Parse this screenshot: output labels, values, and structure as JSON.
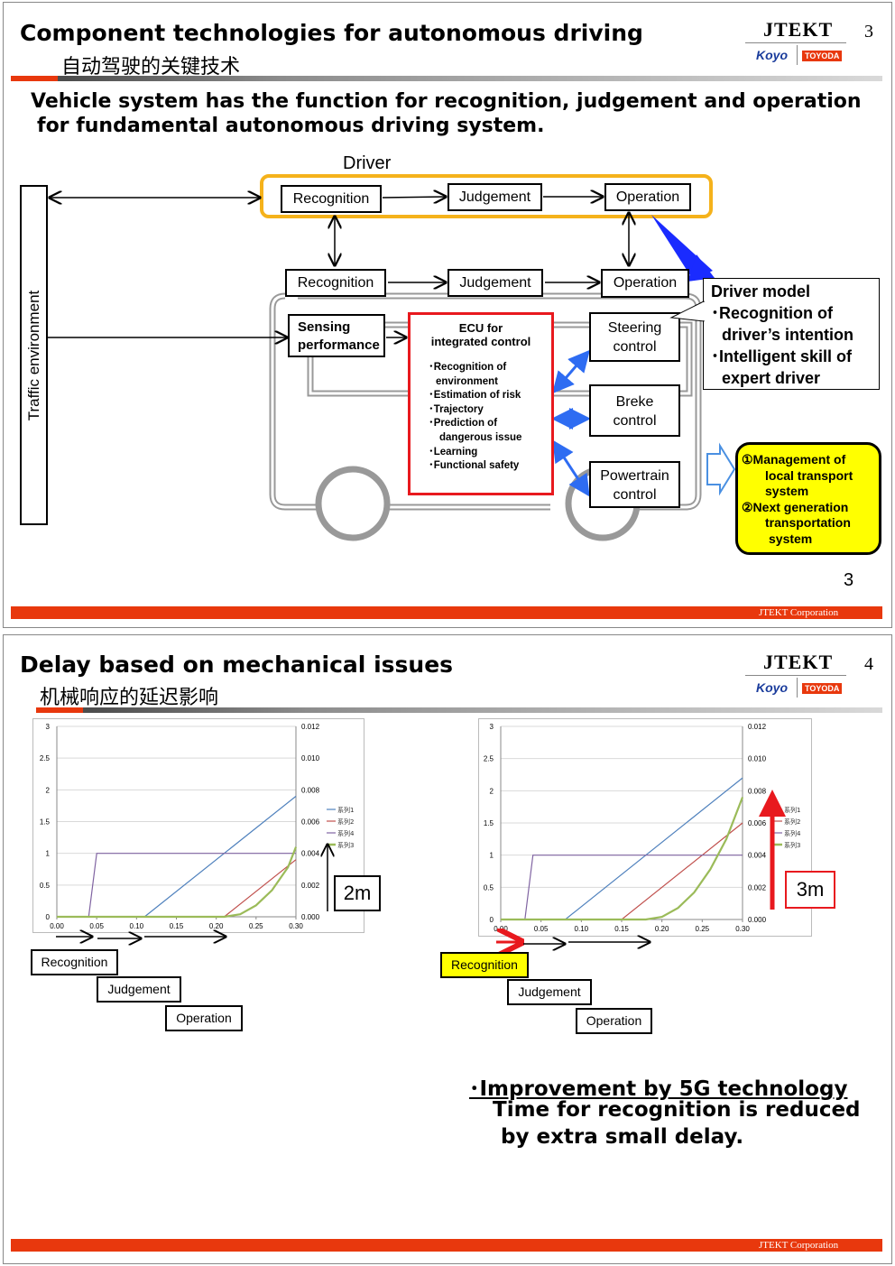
{
  "slide1": {
    "title": "Component technologies for autonomous driving",
    "subtitle_cn": "自动驾驶的关键技术",
    "page_number": "3",
    "page_number_bottom": "3",
    "logo": {
      "jtekt": "JTEKT",
      "koyo": "Koyo",
      "toyoda": "TOYODA"
    },
    "lead_line1": "Vehicle system has the function for recognition, judgement and operation",
    "lead_line2": "for fundamental autonomous driving system.",
    "driver_label": "Driver",
    "traffic_env": "Traffic environment",
    "driver_row": {
      "recognition": "Recognition",
      "judgement": "Judgement",
      "operation": "Operation"
    },
    "vehicle_row": {
      "recognition": "Recognition",
      "judgement": "Judgement",
      "operation": "Operation"
    },
    "sensing": {
      "line1": "Sensing",
      "line2": "performance"
    },
    "ecu": {
      "title1": "ECU for",
      "title2": "integrated control",
      "items": [
        "･Recognition of",
        "environment",
        "･Estimation of risk",
        "･Trajectory",
        "･Prediction of",
        "dangerous issue",
        "･Learning",
        "･Functional safety"
      ]
    },
    "steering": {
      "line1": "Steering",
      "line2": "control"
    },
    "breke": {
      "line1": "Breke",
      "line2": "control"
    },
    "powertrain": {
      "line1": "Powertrain",
      "line2": "control"
    },
    "driver_model": {
      "title": "Driver model",
      "l1": "･Recognition of",
      "l2": "driver’s intention",
      "l3": "･Intelligent skill of",
      "l4": "expert driver"
    },
    "management": {
      "l1": "①Management of",
      "l2": "local transport",
      "l3": "system",
      "l4": "②Next generation",
      "l5": "transportation",
      "l6": "system"
    },
    "footer": "JTEKT Corporation"
  },
  "slide2": {
    "title": "Delay based on mechanical issues",
    "subtitle_cn": "机械响应的延迟影响",
    "page_number": "4",
    "logo": {
      "jtekt": "JTEKT",
      "koyo": "Koyo",
      "toyoda": "TOYODA"
    },
    "left": {
      "distance": "2m",
      "recognition": "Recognition",
      "judgement": "Judgement",
      "operation": "Operation"
    },
    "right": {
      "distance": "3m",
      "recognition": "Recognition",
      "judgement": "Judgement",
      "operation": "Operation"
    },
    "improvement": {
      "l1": "･Improvement by 5G technology",
      "l2": "Time for recognition is reduced",
      "l3": "by extra small delay."
    },
    "footer": "JTEKT Corporation"
  },
  "chart_data": [
    {
      "type": "line",
      "x": [
        0.0,
        0.05,
        0.1,
        0.15,
        0.2,
        0.25,
        0.3
      ],
      "xlim": [
        0,
        0.3
      ],
      "ylim_left": [
        0,
        3
      ],
      "ylim_right": [
        0,
        0.012
      ],
      "left_ticks": [
        "0",
        "0.5",
        "1",
        "1.5",
        "2",
        "2.5",
        "3"
      ],
      "right_ticks": [
        "0.000",
        "0.002",
        "0.004",
        "0.006",
        "0.008",
        "0.010",
        "0.012"
      ],
      "x_ticks": [
        "0.00",
        "0.05",
        "0.10",
        "0.15",
        "0.20",
        "0.25",
        "0.30"
      ],
      "legend_position": "right",
      "series": [
        {
          "name": "系列1",
          "color": "#4f81bd",
          "points": [
            [
              0.0,
              0
            ],
            [
              0.11,
              0
            ],
            [
              0.3,
              1.9
            ]
          ]
        },
        {
          "name": "系列2",
          "color": "#c0504d",
          "points": [
            [
              0.0,
              0
            ],
            [
              0.21,
              0
            ],
            [
              0.3,
              0.9
            ]
          ]
        },
        {
          "name": "系列4",
          "color": "#8064a2",
          "points": [
            [
              0.0,
              0
            ],
            [
              0.04,
              0
            ],
            [
              0.05,
              1
            ],
            [
              0.3,
              1
            ]
          ]
        },
        {
          "name": "系列3",
          "color": "#9bbb59",
          "points": [
            [
              0.0,
              0
            ],
            [
              0.21,
              0
            ],
            [
              0.23,
              0.04
            ],
            [
              0.25,
              0.18
            ],
            [
              0.27,
              0.42
            ],
            [
              0.29,
              0.78
            ],
            [
              0.3,
              1.1
            ]
          ]
        }
      ]
    },
    {
      "type": "line",
      "x": [
        0.0,
        0.05,
        0.1,
        0.15,
        0.2,
        0.25,
        0.3
      ],
      "xlim": [
        0,
        0.3
      ],
      "ylim_left": [
        0,
        3
      ],
      "ylim_right": [
        0,
        0.012
      ],
      "left_ticks": [
        "0",
        "0.5",
        "1",
        "1.5",
        "2",
        "2.5",
        "3"
      ],
      "right_ticks": [
        "0.000",
        "0.002",
        "0.004",
        "0.006",
        "0.008",
        "0.010",
        "0.012"
      ],
      "x_ticks": [
        "0.00",
        "0.05",
        "0.10",
        "0.15",
        "0.20",
        "0.25",
        "0.30"
      ],
      "legend_position": "right",
      "series": [
        {
          "name": "系列1",
          "color": "#4f81bd",
          "points": [
            [
              0.0,
              0
            ],
            [
              0.08,
              0
            ],
            [
              0.3,
              2.2
            ]
          ]
        },
        {
          "name": "系列2",
          "color": "#c0504d",
          "points": [
            [
              0.0,
              0
            ],
            [
              0.15,
              0
            ],
            [
              0.3,
              1.5
            ]
          ]
        },
        {
          "name": "系列4",
          "color": "#8064a2",
          "points": [
            [
              0.0,
              0
            ],
            [
              0.03,
              0
            ],
            [
              0.04,
              1
            ],
            [
              0.3,
              1
            ]
          ]
        },
        {
          "name": "系列3",
          "color": "#9bbb59",
          "points": [
            [
              0.0,
              0
            ],
            [
              0.18,
              0
            ],
            [
              0.2,
              0.04
            ],
            [
              0.22,
              0.18
            ],
            [
              0.24,
              0.42
            ],
            [
              0.26,
              0.78
            ],
            [
              0.28,
              1.25
            ],
            [
              0.3,
              1.9
            ]
          ]
        }
      ]
    }
  ]
}
